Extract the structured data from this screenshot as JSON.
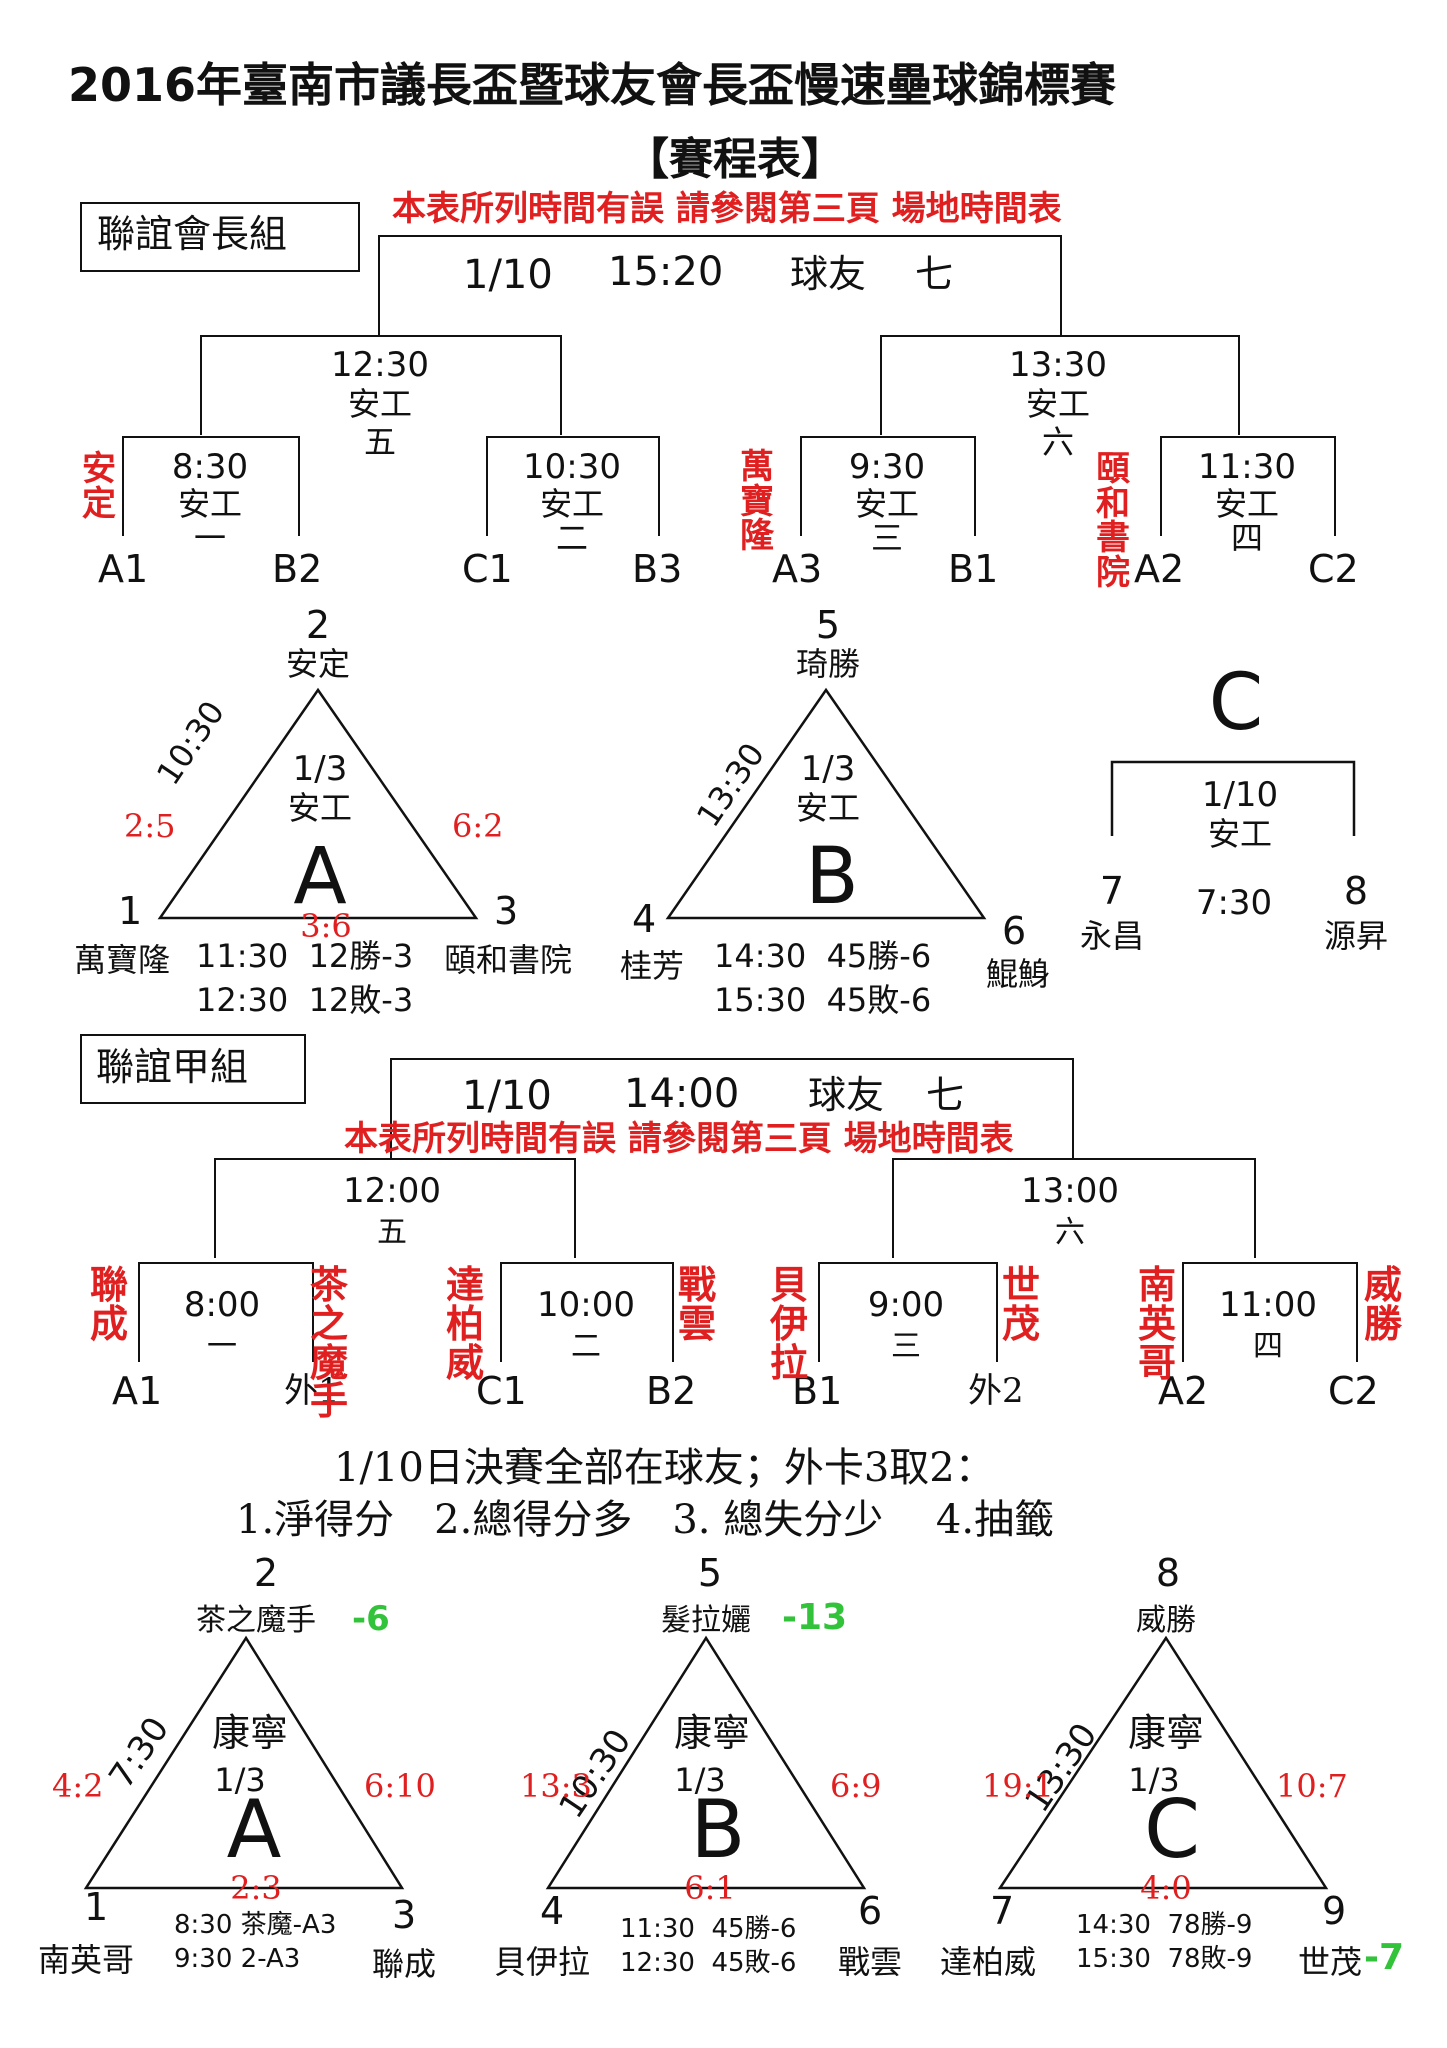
{
  "title": "2016年臺南市議長盃暨球友會長盃慢速壘球錦標賽",
  "subtitle": "【賽程表】",
  "notice": "本表所列時間有誤 請參閱第三頁 場地時間表",
  "group1": {
    "name": "聯誼會長組",
    "final": {
      "date": "1/10",
      "time": "15:20",
      "place": "球友",
      "game": "七"
    },
    "semi_left": {
      "time": "12:30",
      "place": "安工",
      "game": "五"
    },
    "semi_right": {
      "time": "13:30",
      "place": "安工",
      "game": "六"
    },
    "q1": {
      "time": "8:30",
      "place": "安工",
      "game": "一",
      "left": "A1",
      "right": "B2",
      "left_name": "安定"
    },
    "q2": {
      "time": "10:30",
      "place": "安工",
      "game": "二",
      "left": "C1",
      "right": "B3"
    },
    "q3": {
      "time": "9:30",
      "place": "安工",
      "game": "三",
      "left": "A3",
      "right": "B1",
      "left_name": "萬寶隆"
    },
    "q4": {
      "time": "11:30",
      "place": "安工",
      "game": "四",
      "left": "A2",
      "right": "C2",
      "left_name": "頤和書院"
    },
    "poolA": {
      "letter": "A",
      "date": "1/3",
      "place": "安工",
      "side_time": "10:30",
      "top_num": "2",
      "top_name": "安定",
      "left_num": "1",
      "left_name": "萬寶隆",
      "right_num": "3",
      "right_name": "頤和書院",
      "score_left": "2:5",
      "score_right": "6:2",
      "score_bottom": "3:6",
      "sched1": "11:30  12勝-3",
      "sched2": "12:30  12敗-3"
    },
    "poolB": {
      "letter": "B",
      "date": "1/3",
      "place": "安工",
      "side_time": "13:30",
      "top_num": "5",
      "top_name": "琦勝",
      "left_num": "4",
      "left_name": "桂芳",
      "right_num": "6",
      "right_name": "鯤鯓",
      "sched1": "14:30  45勝-6",
      "sched2": "15:30  45敗-6"
    },
    "poolC": {
      "letter": "C",
      "date": "1/10",
      "place": "安工",
      "time": "7:30",
      "left_num": "7",
      "left_name": "永昌",
      "right_num": "8",
      "right_name": "源昇"
    }
  },
  "group2": {
    "name": "聯誼甲組",
    "final": {
      "date": "1/10",
      "time": "14:00",
      "place": "球友",
      "game": "七"
    },
    "semi_left": {
      "time": "12:00",
      "game": "五"
    },
    "semi_right": {
      "time": "13:00",
      "game": "六"
    },
    "q1": {
      "time": "8:00",
      "game": "一",
      "left": "A1",
      "right": "外1",
      "left_name": "聯成",
      "right_name": "茶之魔手"
    },
    "q2": {
      "time": "10:00",
      "game": "二",
      "left": "C1",
      "right": "B2",
      "left_name": "達柏威",
      "right_name": "戰雲"
    },
    "q3": {
      "time": "9:00",
      "game": "三",
      "left": "B1",
      "right": "外2",
      "left_name": "貝伊拉",
      "right_name": "世茂"
    },
    "q4": {
      "time": "11:00",
      "game": "四",
      "left": "A2",
      "right": "C2",
      "left_name": "南英哥",
      "right_name": "威勝"
    },
    "rule1": "1/10日決賽全部在球友；外卡3取2：",
    "rule2": "1.淨得分　2.總得分多　3. 總失分少　 4.抽籤",
    "poolA": {
      "letter": "A",
      "date": "1/3",
      "place": "康寧",
      "side_time": "7:30",
      "top_num": "2",
      "top_name": "茶之魔手",
      "top_diff": "-6",
      "left_num": "1",
      "left_name": "南英哥",
      "right_num": "3",
      "right_name": "聯成",
      "score_left": "4:2",
      "score_right": "6:10",
      "score_bottom": "2:3",
      "sched1": "8:30 茶魔-A3",
      "sched2": "9:30 2-A3"
    },
    "poolB": {
      "letter": "B",
      "date": "1/3",
      "place": "康寧",
      "side_time": "10:30",
      "top_num": "5",
      "top_name": "髮拉孋",
      "top_diff": "-13",
      "left_num": "4",
      "left_name": "貝伊拉",
      "right_num": "6",
      "right_name": "戰雲",
      "score_left": "13:3",
      "score_right": "6:9",
      "score_bottom": "6:1",
      "sched1": "11:30  45勝-6",
      "sched2": "12:30  45敗-6"
    },
    "poolC": {
      "letter": "C",
      "date": "1/3",
      "place": "康寧",
      "side_time": "13:30",
      "top_num": "8",
      "top_name": "威勝",
      "left_num": "7",
      "left_name": "達柏威",
      "right_num": "9",
      "right_name": "世茂",
      "right_diff": "-7",
      "score_left": "19:1",
      "score_right": "10:7",
      "score_bottom": "4:0",
      "sched1": "14:30  78勝-9",
      "sched2": "15:30  78敗-9"
    }
  }
}
